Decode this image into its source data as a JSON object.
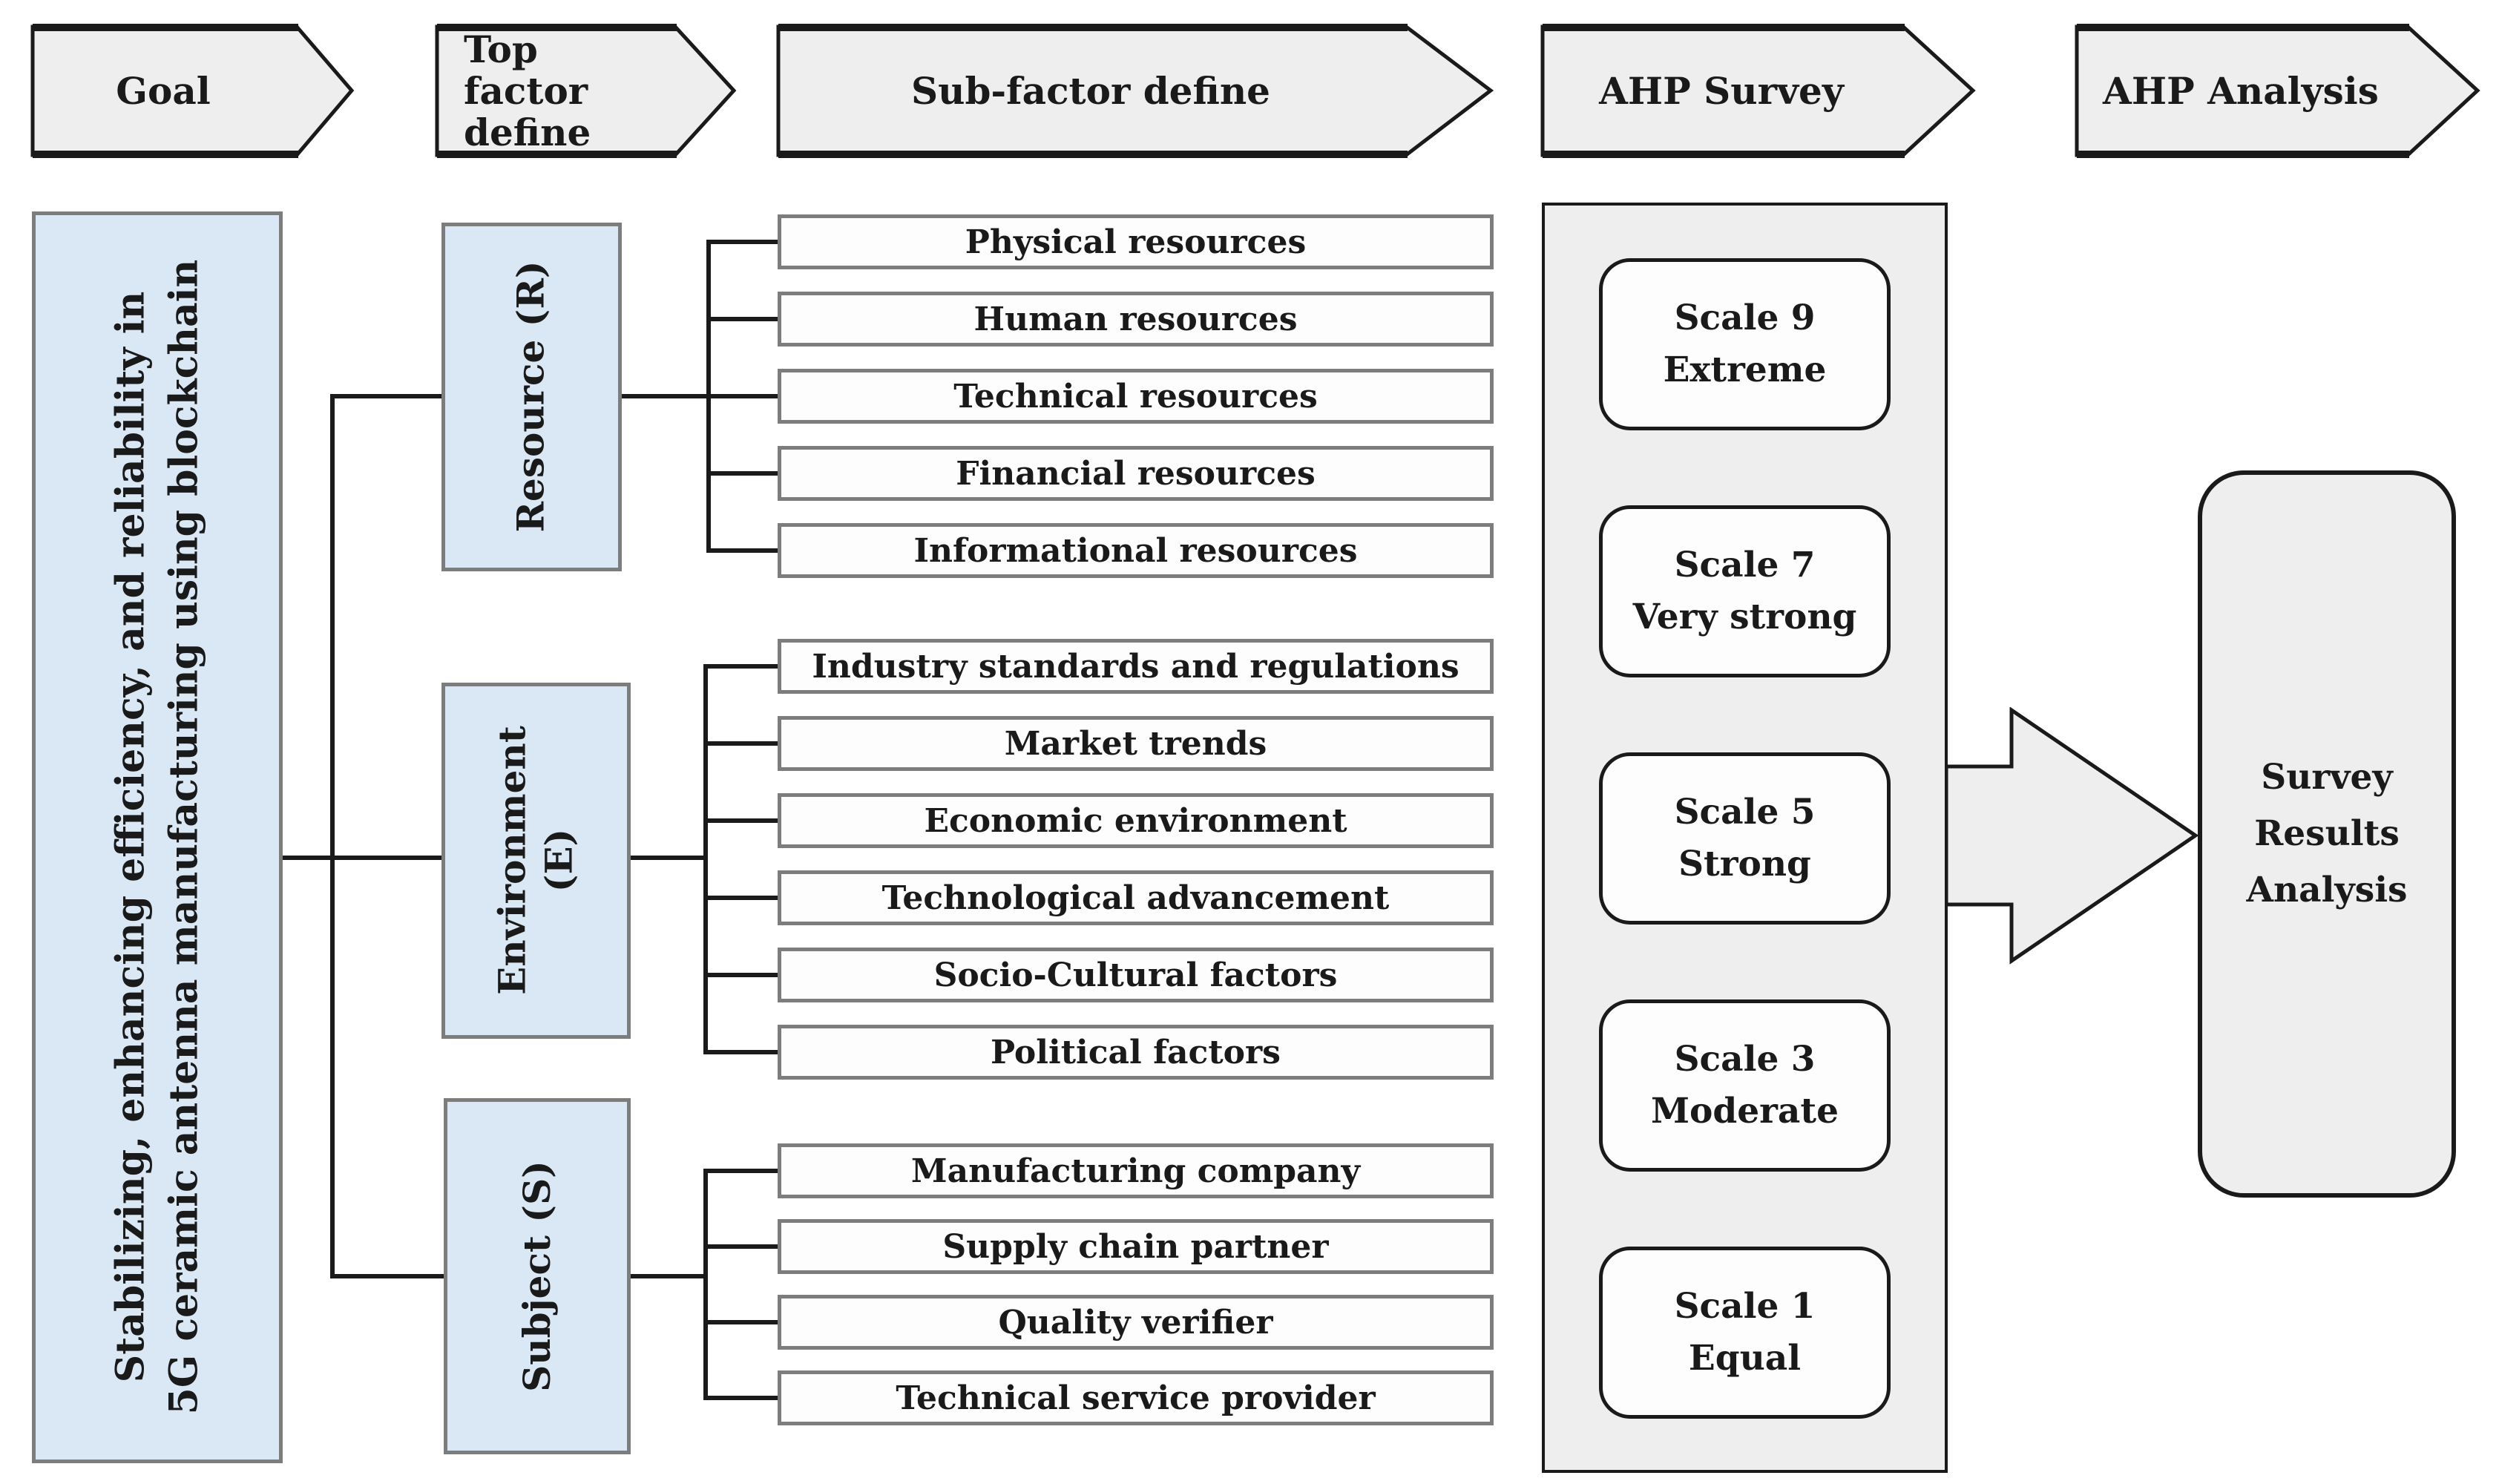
{
  "title": "AHP process flow diagram",
  "colors": {
    "light_blue": "#dae8f5",
    "panel_gray": "#eeeeee",
    "row_white": "#fdfdfd",
    "border_gray": "#7d7d7d",
    "ink": "#1a1a1a"
  },
  "process_steps": [
    {
      "lines": [
        "Goal"
      ]
    },
    {
      "lines": [
        "Top factor",
        "define"
      ]
    },
    {
      "lines": [
        "Sub-factor define"
      ]
    },
    {
      "lines": [
        "AHP Survey"
      ]
    },
    {
      "lines": [
        "AHP Analysis"
      ]
    }
  ],
  "goal": {
    "lines": [
      "Stabilizing, enhancing efficiency, and reliability in",
      "5G ceramic antenna manufacturing using blockchain"
    ]
  },
  "factor_groups": [
    {
      "label_lines": [
        "Resource (R)"
      ],
      "subfactors": [
        "Physical resources",
        "Human resources",
        "Technical resources",
        "Financial resources",
        "Informational resources"
      ]
    },
    {
      "label_lines": [
        "Environment",
        "(E)"
      ],
      "subfactors": [
        "Industry standards and regulations",
        "Market trends",
        "Economic environment",
        "Technological advancement",
        "Socio-Cultural factors",
        "Political factors"
      ]
    },
    {
      "label_lines": [
        "Subject (S)"
      ],
      "subfactors": [
        "Manufacturing company",
        "Supply chain partner",
        "Quality verifier",
        "Technical service provider"
      ]
    }
  ],
  "ahp_survey": {
    "scales": [
      {
        "line1": "Scale 9",
        "line2": "Extreme"
      },
      {
        "line1": "Scale 7",
        "line2": "Very strong"
      },
      {
        "line1": "Scale 5",
        "line2": "Strong"
      },
      {
        "line1": "Scale 3",
        "line2": "Moderate"
      },
      {
        "line1": "Scale 1",
        "line2": "Equal"
      }
    ]
  },
  "ahp_analysis": {
    "result_lines": [
      "Survey",
      "Results",
      "Analysis"
    ]
  }
}
